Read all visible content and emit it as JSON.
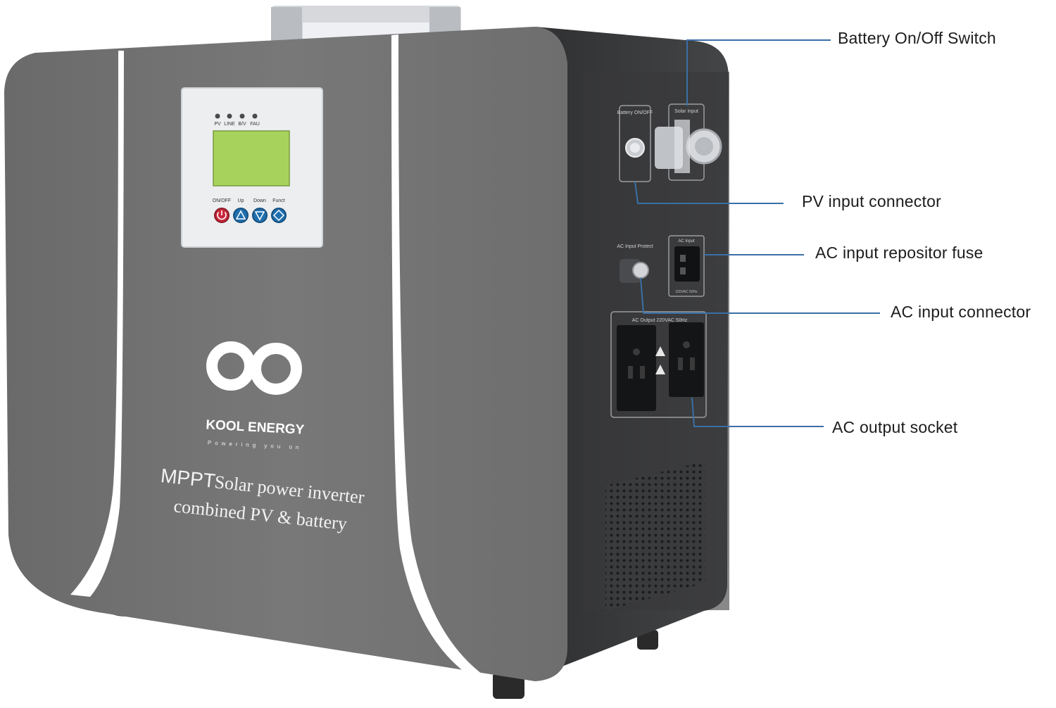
{
  "device": {
    "brand": "KOOL ENERGY",
    "tagline": "Powering you on",
    "product_line1_prefix": "MPPT",
    "product_line1_rest": "Solar power inverter",
    "product_line2": "combined PV & battery"
  },
  "display": {
    "leds": [
      "PV",
      "LINE",
      "B/V",
      "FAU"
    ],
    "buttons": [
      {
        "label": "ON/OFF",
        "color": "#c8283a"
      },
      {
        "label": "Up",
        "color": "#1f6fae"
      },
      {
        "label": "Down",
        "color": "#1f6fae"
      },
      {
        "label": "Funct",
        "color": "#1f6fae"
      }
    ],
    "lcd_color": "#a7d35c"
  },
  "side_panel": {
    "battery_switch_label": "Battery ON/OFF",
    "solar_input_label": "Solar Input",
    "ac_protect_label": "AC Input Protect",
    "ac_input_label": "AC Input",
    "ac_input_rating": "220VAC 50Hz",
    "ac_output_label": "AC Output 220VAC 50Hz"
  },
  "callouts": [
    {
      "id": "battery-switch",
      "label": "Battery On/Off Switch"
    },
    {
      "id": "pv-input",
      "label": "PV input connector"
    },
    {
      "id": "ac-fuse",
      "label": "AC input repositor fuse"
    },
    {
      "id": "ac-input",
      "label": "AC input connector"
    },
    {
      "id": "ac-output",
      "label": "AC output socket"
    }
  ],
  "colors": {
    "body": "#747474",
    "side": "#3b3c3e",
    "leader_line": "#3a6fa6"
  }
}
